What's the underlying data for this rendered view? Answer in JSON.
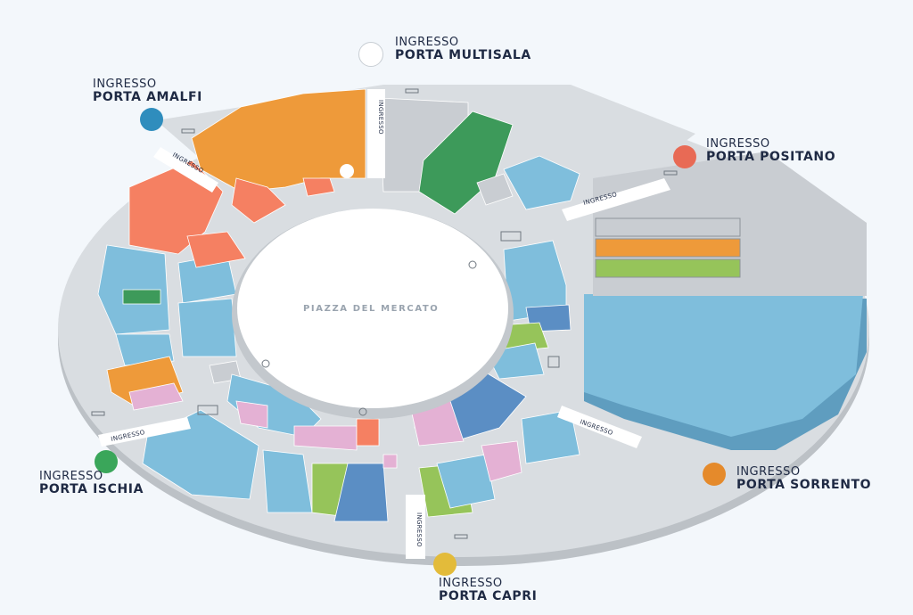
{
  "plaza": {
    "label": "PIAZZA DEL MERCATO"
  },
  "gates": {
    "multisala": {
      "small": "INGRESSO",
      "name": "PORTA MULTISALA",
      "color": "#ffffff"
    },
    "amalfi": {
      "small": "INGRESSO",
      "name": "PORTA AMALFI",
      "color": "#2f8dbd"
    },
    "positano": {
      "small": "INGRESSO",
      "name": "PORTA POSITANO",
      "color": "#e86a55"
    },
    "sorrento": {
      "small": "INGRESSO",
      "name": "PORTA SORRENTO",
      "color": "#e58a2b"
    },
    "ischia": {
      "small": "INGRESSO",
      "name": "PORTA ISCHIA",
      "color": "#3aa65a"
    },
    "capri": {
      "small": "INGRESSO",
      "name": "PORTA CAPRI",
      "color": "#e3bb3a"
    }
  },
  "entrance_tags": {
    "north": "INGRESSO",
    "north_east": "INGRESSO",
    "north_west": "INGRESSO",
    "south_east": "INGRESSO",
    "south_west": "INGRESSO",
    "south": "INGRESSO"
  },
  "colors": {
    "ring": "#d9dde1",
    "ring_edge": "#b9bec4",
    "shop_blue": "#7fbedc",
    "shop_blue_dark": "#5b8ec4",
    "shop_orange": "#ee9a3a",
    "shop_coral": "#f58062",
    "shop_green": "#3d9a5a",
    "shop_lime": "#96c45a",
    "shop_pink": "#e4b1d4",
    "shop_grey": "#c9cdd2",
    "legend_grey": "#c9cdd2",
    "legend_orange": "#ee9a3a",
    "legend_green": "#96c45a"
  },
  "icons": [
    "no-smoking-icon",
    "arrow-icon",
    "accessibility-icon",
    "toilet-icon",
    "stairs-icon"
  ]
}
